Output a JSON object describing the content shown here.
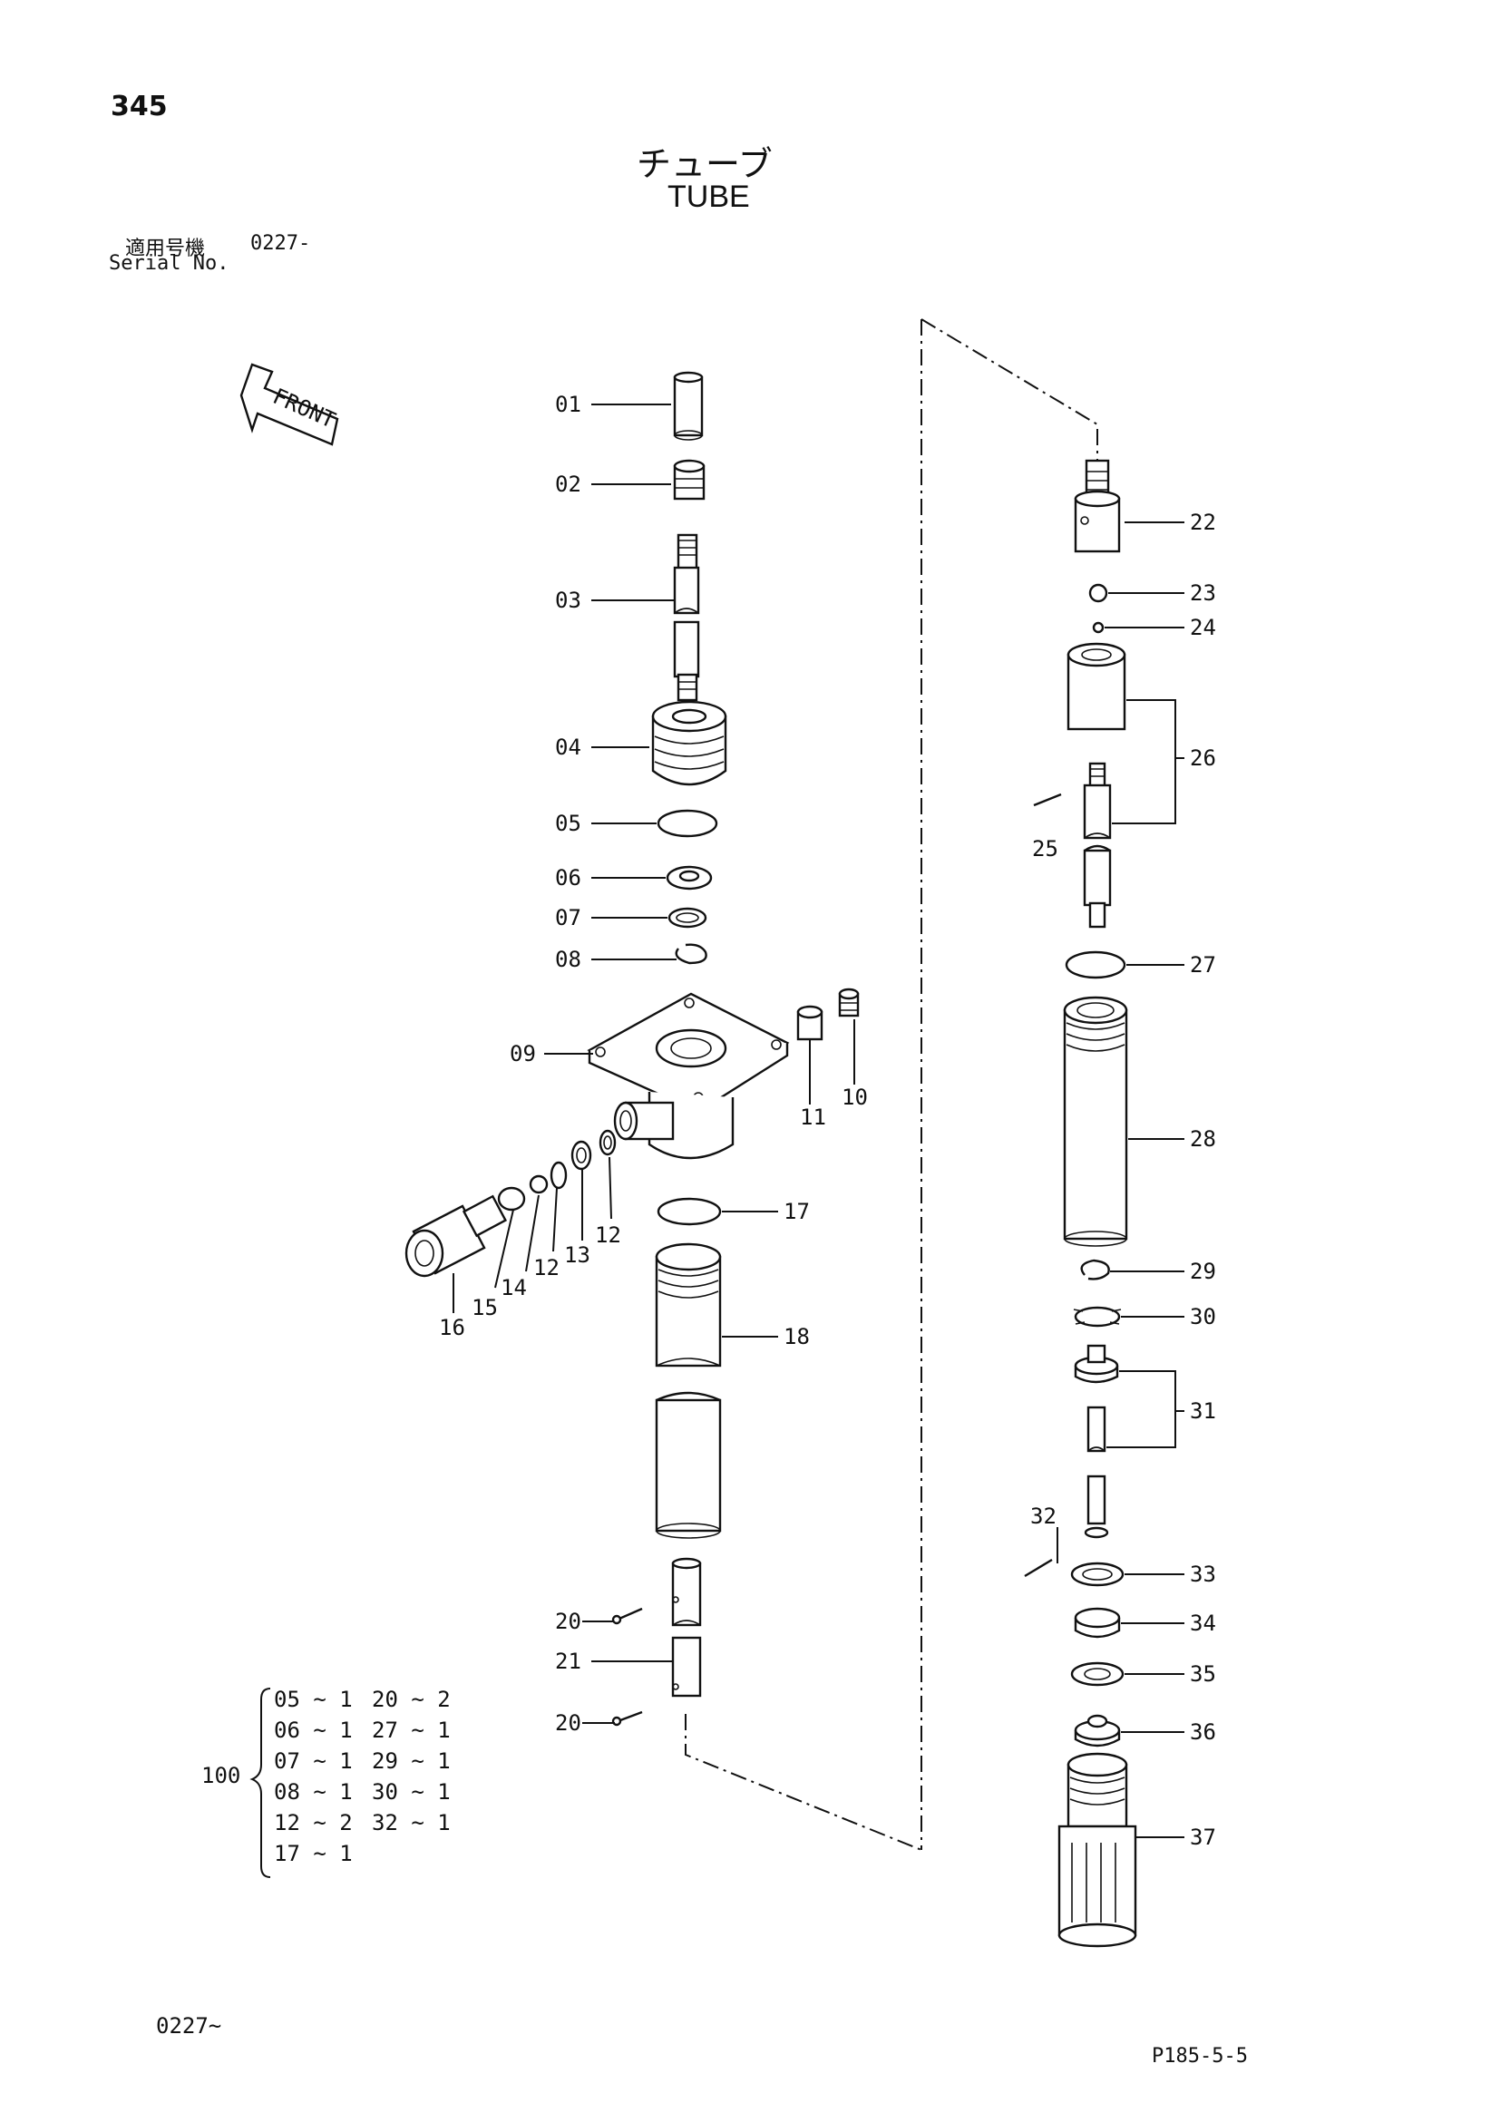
{
  "page_number": "345",
  "title_jp": "チューブ",
  "title_en": "TUBE",
  "serial": {
    "label_jp": "適用号機",
    "value": "0227-",
    "label_en": "Serial No."
  },
  "front_label": "FRONT",
  "footer_left": "0227~",
  "footer_right": "P185-5-5",
  "callouts": {
    "c01": "01",
    "c02": "02",
    "c03": "03",
    "c04": "04",
    "c05": "05",
    "c06": "06",
    "c07": "07",
    "c08": "08",
    "c09": "09",
    "c10": "10",
    "c11": "11",
    "c12a": "12",
    "c12b": "12",
    "c13": "13",
    "c14": "14",
    "c15": "15",
    "c16": "16",
    "c17": "17",
    "c18": "18",
    "c20a": "20",
    "c20b": "20",
    "c21": "21",
    "c22": "22",
    "c23": "23",
    "c24": "24",
    "c25": "25",
    "c26": "26",
    "c27": "27",
    "c28": "28",
    "c29": "29",
    "c30": "30",
    "c31": "31",
    "c32": "32",
    "c33": "33",
    "c34": "34",
    "c35": "35",
    "c36": "36",
    "c37": "37"
  },
  "kit": {
    "label": "100",
    "col1": [
      "05 ~ 1",
      "06 ~ 1",
      "07 ~ 1",
      "08 ~ 1",
      "12 ~ 2",
      "17 ~ 1"
    ],
    "col2": [
      "20 ~ 2",
      "27 ~ 1",
      "29 ~ 1",
      "30 ~ 1",
      "32 ~ 1"
    ]
  }
}
